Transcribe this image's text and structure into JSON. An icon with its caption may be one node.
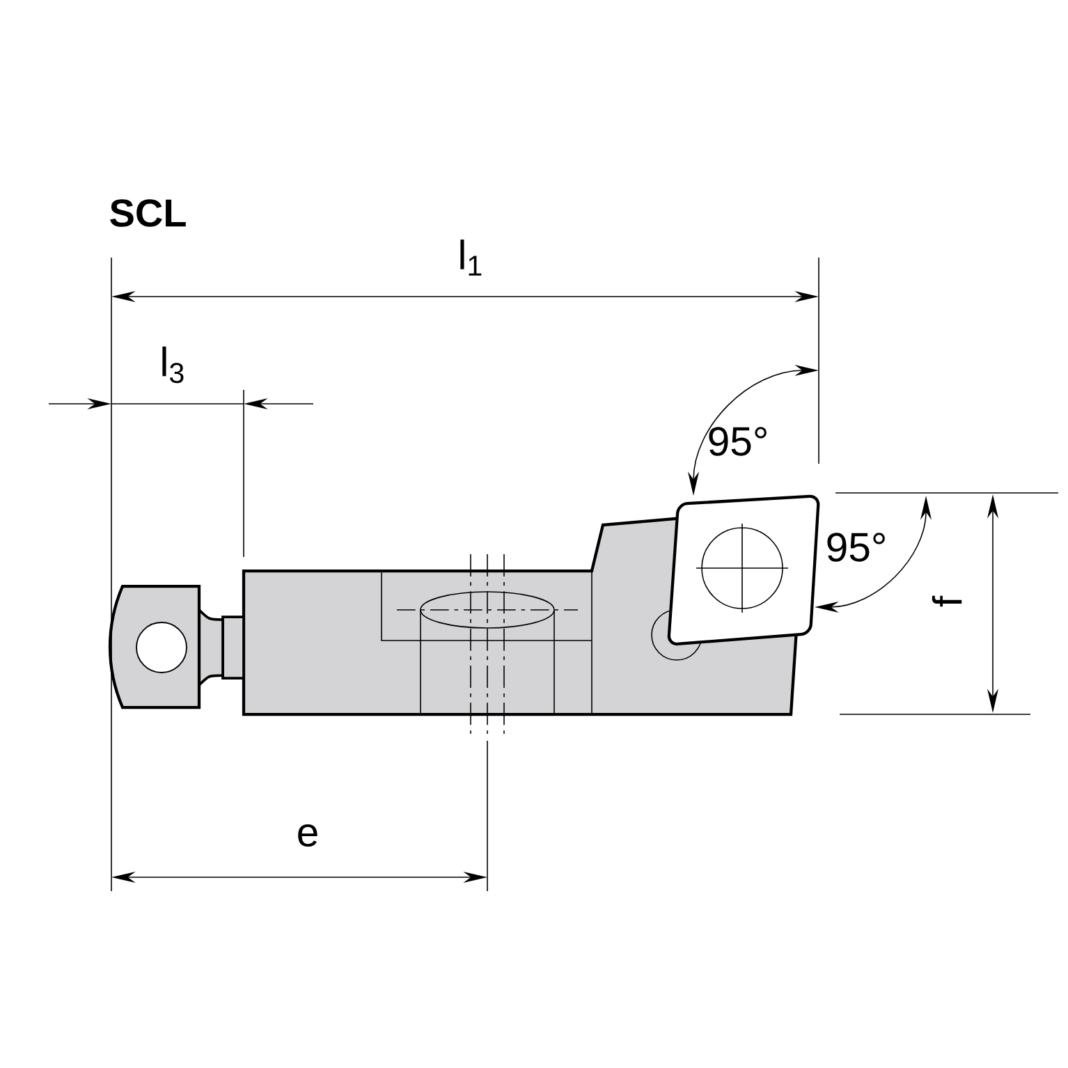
{
  "diagram": {
    "title": "SCL",
    "labels": [
      "l$_{1}$",
      "l$_{3}$",
      "95°",
      "95°",
      "f",
      "e"
    ]
  }
}
